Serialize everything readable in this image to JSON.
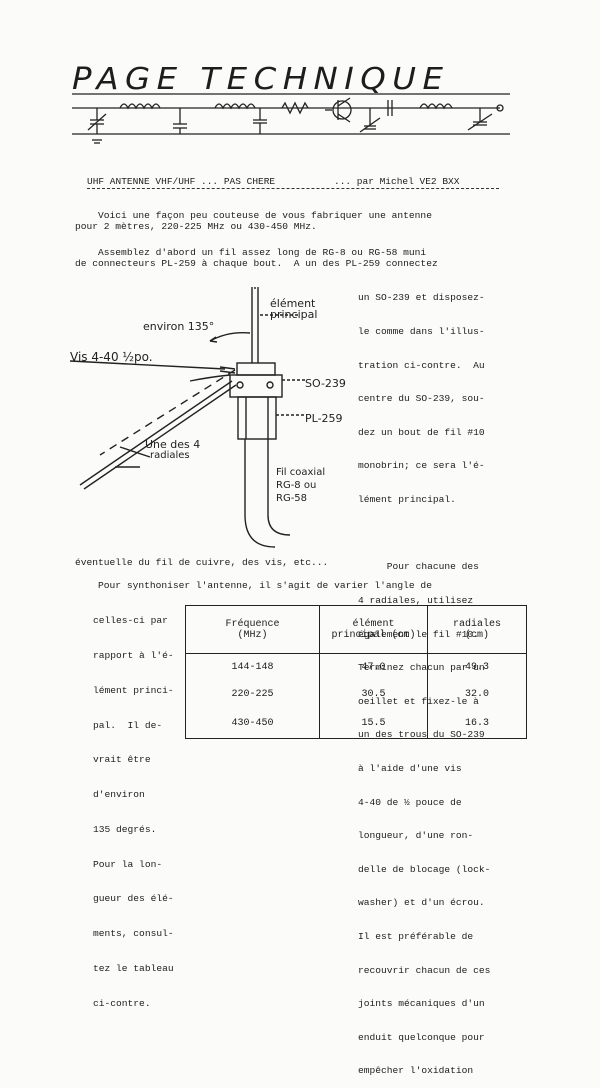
{
  "header": {
    "title": "PAGE TECHNIQUE"
  },
  "byline": {
    "article_title": "UHF ANTENNE VHF/UHF ... PAS CHERE",
    "author": "... par Michel VE2 BXX"
  },
  "body": {
    "intro": [
      "    Voici une façon peu couteuse de vous fabriquer une antenne",
      "pour 2 mètres, 220-225 MHz ou 430-450 MHz."
    ],
    "assembly": [
      "    Assemblez d'abord un fil assez long de RG-8 ou RG-58 muni",
      "de connecteurs PL-259 à chaque bout.  A un des PL-259 connectez"
    ],
    "right_column": [
      "un SO-239 et disposez-",
      "le comme dans l'illus-",
      "tration ci-contre.  Au",
      "centre du SO-239, sou-",
      "dez un bout de fil #10",
      "monobrin; ce sera l'é-",
      "lément principal.",
      "",
      "     Pour chacune des",
      "4 radiales, utilisez",
      "également le fil #10.",
      "Terminez chacun par un",
      "oeillet et fixez-le à",
      "un des trous du SO-239",
      "à l'aide d'une vis",
      "4-40 de ½ pouce de",
      "longueur, d'une ron-",
      "delle de blocage (lock-",
      "washer) et d'un écrou.",
      "Il est préférable de",
      "recouvrir chacun de ces",
      "joints mécaniques d'un",
      "enduit quelconque pour",
      "empêcher l'oxidation"
    ],
    "continuation": "éventuelle du fil de cuivre, des vis, etc...",
    "synth_first": "    Pour synthoniser l'antenne, il s'agit de varier l'angle de",
    "left_column": [
      "celles-ci par",
      "rapport à l'é-",
      "lément princi-",
      "pal.  Il de-",
      "vrait être",
      "d'environ",
      "135 degrés.",
      "Pour la lon-",
      "gueur des élé-",
      "ments, consul-",
      "tez le tableau",
      "ci-contre."
    ]
  },
  "diagram": {
    "labels": {
      "element": "élément",
      "principal": "principal",
      "environ": "environ  135°",
      "vis": "Vis 4-40 ½po.",
      "so239": "SO-239",
      "pl259": "PL-259",
      "radiales_1": "Une des 4",
      "radiales_2": "radiales",
      "coax_1": "Fil coaxial",
      "coax_2": "RG-8  ou",
      "coax_3": "RG-58"
    }
  },
  "table": {
    "headers": [
      [
        "Fréquence",
        "(MHz)"
      ],
      [
        "élément",
        "principal (cm)"
      ],
      [
        "radiales",
        "(cm)"
      ]
    ],
    "rows": [
      [
        "144-148",
        "47.0",
        "49.3"
      ],
      [
        "220-225",
        "30.5",
        "32.0"
      ],
      [
        "430-450",
        "15.5",
        "16.3"
      ]
    ]
  }
}
